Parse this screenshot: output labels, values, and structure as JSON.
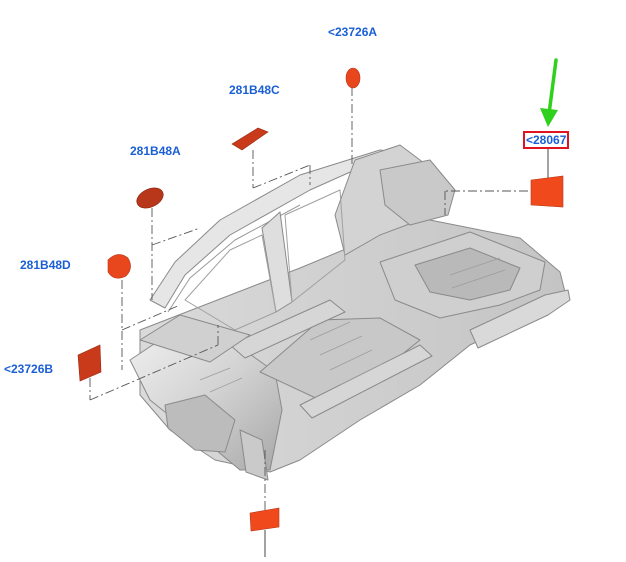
{
  "callouts": {
    "c1": "<23726A",
    "c2": "281B48C",
    "c3": "281B48A",
    "c4": "281B48D",
    "c5": "<23726B",
    "c6": "<28067"
  },
  "colors": {
    "label": "#1a5fd6",
    "part_fill": "#e8461c",
    "part_dark": "#b8361a",
    "highlight_box": "#e0141e",
    "pointer_arrow": "#2fd11c",
    "body_light": "#e3e3e3",
    "body_mid": "#bdbdbd",
    "body_dark": "#8f8f8f"
  },
  "icons": {
    "pointer": "green-down-arrow-icon"
  }
}
